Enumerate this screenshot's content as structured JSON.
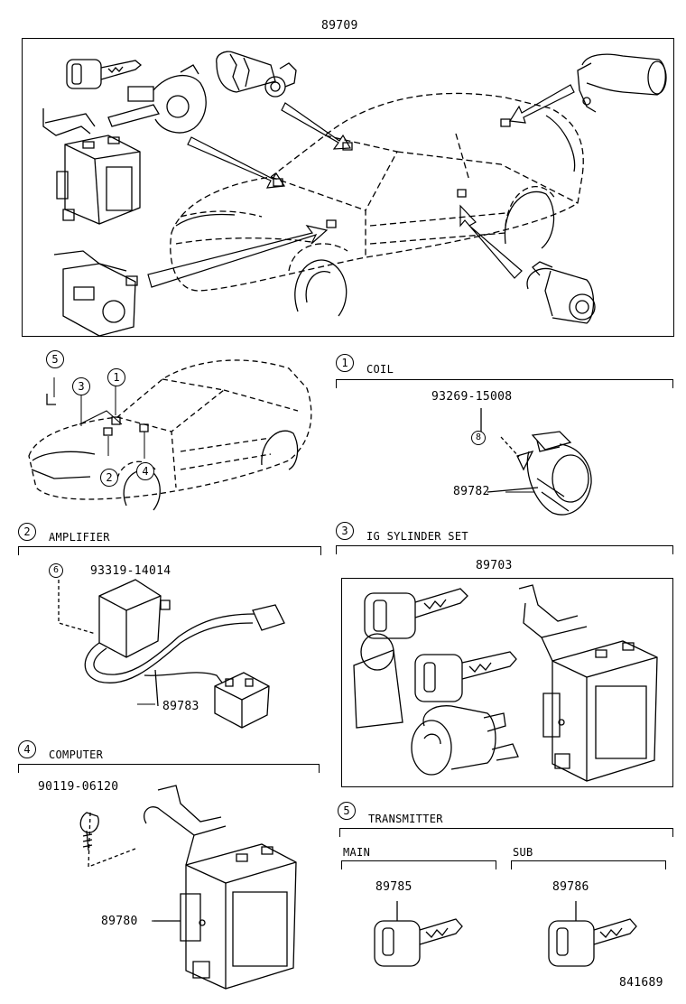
{
  "top_assembly": {
    "part_no": "89709"
  },
  "index_markers": [
    "1",
    "2",
    "3",
    "4",
    "5"
  ],
  "coil": {
    "number": "1",
    "title": "COIL",
    "screw_part": "93269-15008",
    "screw_mark": "8",
    "part": "89782"
  },
  "amplifier": {
    "number": "2",
    "title": "AMPLIFIER",
    "screw_part": "93319-14014",
    "screw_mark": "6",
    "part": "89783"
  },
  "ig_cylinder": {
    "number": "3",
    "title": "IG SYLINDER SET",
    "part": "89703"
  },
  "computer": {
    "number": "4",
    "title": "COMPUTER",
    "bolt_part": "90119-06120",
    "part": "89780"
  },
  "transmitter": {
    "number": "5",
    "title": "TRANSMITTER",
    "main_label": "MAIN",
    "main_part": "89785",
    "sub_label": "SUB",
    "sub_part": "89786"
  },
  "diagram_no": "841689"
}
